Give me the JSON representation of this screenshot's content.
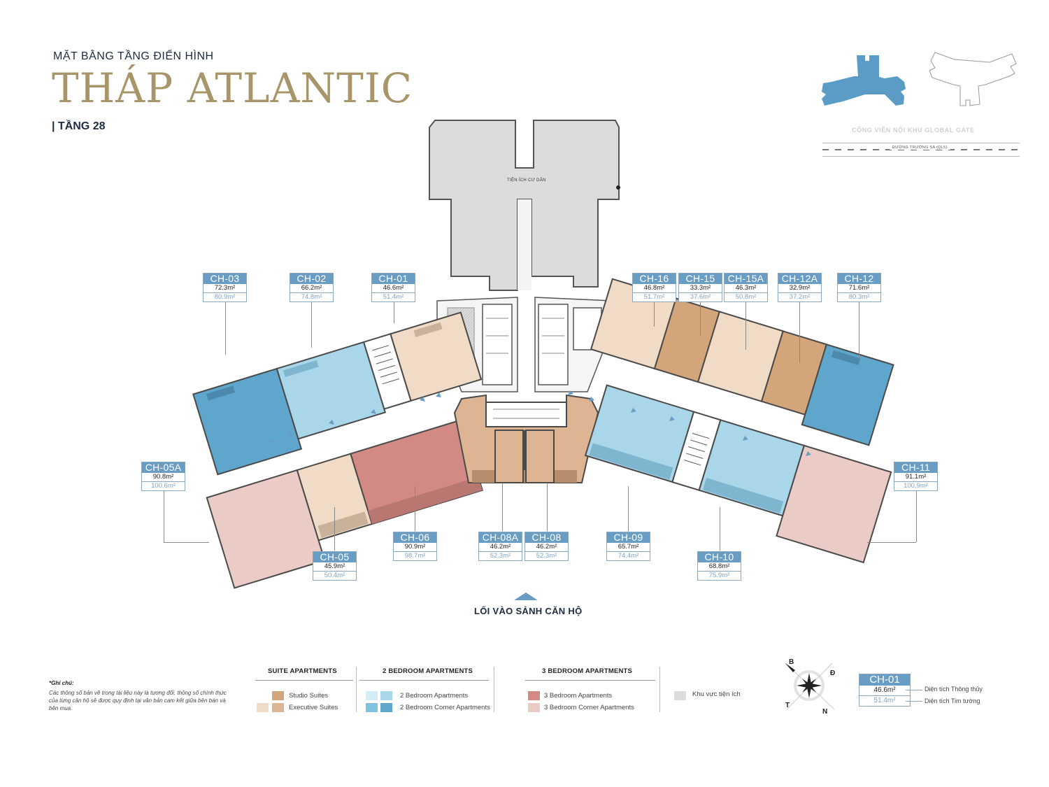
{
  "header": {
    "subtitle": "MẶT BẰNG TẦNG ĐIỂN HÌNH",
    "title": "THÁP ATLANTIC",
    "floor": "| TẦNG 28"
  },
  "keyplan": {
    "park_label": "CÔNG VIÊN NỘI KHU GLOBAL GATE",
    "road_label": "ĐƯỜNG TRƯỜNG SA (QL5)",
    "highlight_color": "#5b9cc6"
  },
  "plan": {
    "amenity_label": "TIỆN ÍCH CƯ DÂN",
    "entry_label": "LỐI VÀO SẢNH CĂN HỘ"
  },
  "units": [
    {
      "id": "CH-03",
      "net": "72.3m²",
      "gross": "80.9m²",
      "type": "2 Bedroom Corner Apartments"
    },
    {
      "id": "CH-02",
      "net": "66.2m²",
      "gross": "74.8m²",
      "type": "2 Bedroom Apartments"
    },
    {
      "id": "CH-01",
      "net": "46.6m²",
      "gross": "51.4m²",
      "type": "Executive Suites"
    },
    {
      "id": "CH-16",
      "net": "46.8m²",
      "gross": "51.7m²",
      "type": "Executive Suites"
    },
    {
      "id": "CH-15",
      "net": "33.3m²",
      "gross": "37.6m²",
      "type": "Studio Suites"
    },
    {
      "id": "CH-15A",
      "net": "46.3m²",
      "gross": "50.8m²",
      "type": "Executive Suites"
    },
    {
      "id": "CH-12A",
      "net": "32.9m²",
      "gross": "37.2m²",
      "type": "Studio Suites"
    },
    {
      "id": "CH-12",
      "net": "71.6m²",
      "gross": "80.3m²",
      "type": "2 Bedroom Corner Apartments"
    },
    {
      "id": "CH-05A",
      "net": "90.8m²",
      "gross": "100.6m²",
      "type": "3 Bedroom Corner Apartments"
    },
    {
      "id": "CH-11",
      "net": "91.1m²",
      "gross": "100.9m²",
      "type": "3 Bedroom Corner Apartments"
    },
    {
      "id": "CH-05",
      "net": "45.9m²",
      "gross": "50.4m²",
      "type": "Executive Suites"
    },
    {
      "id": "CH-06",
      "net": "90.9m²",
      "gross": "98.7m²",
      "type": "3 Bedroom Apartments"
    },
    {
      "id": "CH-08A",
      "net": "46.2m²",
      "gross": "52.3m²",
      "type": "Executive Suites"
    },
    {
      "id": "CH-08",
      "net": "46.2m²",
      "gross": "52.3m²",
      "type": "Executive Suites"
    },
    {
      "id": "CH-09",
      "net": "65.7m²",
      "gross": "74.4m²",
      "type": "2 Bedroom Apartments"
    },
    {
      "id": "CH-10",
      "net": "68.8m²",
      "gross": "75.9m²",
      "type": "2 Bedroom Apartments"
    }
  ],
  "notes": {
    "title": "*Ghi chú:",
    "body": "Các thông số bản vẽ trong tài liệu này là tương đối, thông số chính thức của từng căn hộ sẽ được quy định tại văn bản cam kết giữa bên bán và bên mua."
  },
  "legend": {
    "groups": [
      {
        "heading": "SUITE APARTMENTS",
        "items": [
          {
            "label": "Studio Suites",
            "colors": [
              "#d2a57b"
            ]
          },
          {
            "label": "Executive Suites",
            "colors": [
              "#f0dcc6",
              "#ddb593"
            ]
          }
        ]
      },
      {
        "heading": "2 BEDROOM APARTMENTS",
        "items": [
          {
            "label": "2 Bedroom Apartments",
            "colors": [
              "#d4ecf5",
              "#a9d6e8"
            ]
          },
          {
            "label": "2 Bedroom Corner Apartments",
            "colors": [
              "#7fc3de",
              "#5fa6cc"
            ]
          }
        ]
      },
      {
        "heading": "3 BEDROOM APARTMENTS",
        "items": [
          {
            "label": "3 Bedroom Apartments",
            "colors": [
              "#d48a84"
            ]
          },
          {
            "label": "3 Bedroom Corner Apartments",
            "colors": [
              "#ebcbc6"
            ]
          }
        ]
      }
    ],
    "amenity": {
      "label": "Khu vực tiện ích",
      "color": "#dcdcdc"
    }
  },
  "compass": {
    "north": "N",
    "south": "B",
    "east": "Đ",
    "west": "T"
  },
  "sample_label": {
    "id": "CH-01",
    "net": "46.6m²",
    "gross": "51.4m²",
    "net_caption": "Diện tích Thông thủy",
    "gross_caption": "Diện tích Tim tường"
  },
  "colors": {
    "title_gold": "#a8956a",
    "label_blue": "#6a9dc4",
    "navy": "#1f2b40"
  }
}
